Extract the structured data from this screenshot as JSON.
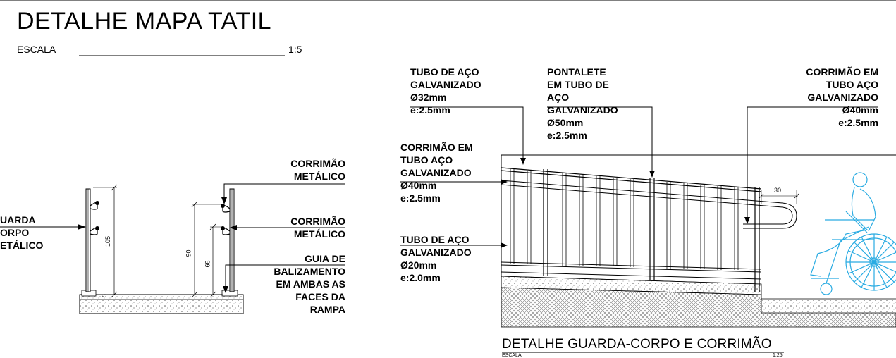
{
  "top_title": {
    "title": "DETALHE MAPA TATIL",
    "scale_label": "ESCALA",
    "scale_value": "1:5"
  },
  "left_detail": {
    "callout_left": [
      "UARDA",
      "ORPO",
      "ETÁLICO"
    ],
    "callout_1": [
      "CORRIMÃO",
      "METÁLICO"
    ],
    "callout_2": [
      "CORRIMÃO",
      "METÁLICO"
    ],
    "callout_3": [
      "GUIA DE",
      "BALIZAMENTO",
      "EM AMBAS AS",
      "FACES DA",
      "RAMPA"
    ],
    "dims": {
      "d105": "105",
      "d90": "90",
      "d68": "68",
      "d5": "5"
    }
  },
  "right_detail": {
    "callout_tubo_32": [
      "TUBO DE AÇO",
      "GALVANIZADO",
      "Ø32mm",
      "e:2.5mm"
    ],
    "callout_pontalete": [
      "PONTALETE",
      "EM TUBO DE",
      "AÇO",
      "GALVANIZADO",
      "Ø50mm",
      "e:2.5mm"
    ],
    "callout_corrimao_right": [
      "CORRIMÃO EM",
      "TUBO AÇO",
      "GALVANIZADO",
      "Ø40mm",
      "e:2.5mm"
    ],
    "callout_corrimao_left": [
      "CORRIMÃO EM",
      "TUBO AÇO",
      "GALVANIZADO",
      "Ø40mm",
      "e:2.5mm"
    ],
    "callout_tubo_20": [
      "TUBO DE AÇO",
      "GALVANIZADO",
      "Ø20mm",
      "e:2.0mm"
    ],
    "dim_30": "30",
    "title": "DETALHE GUARDA-CORPO E CORRIMÃO",
    "scale_label": "ESCALA",
    "scale_value": "1:25"
  },
  "colors": {
    "line": "#000000",
    "wheelchair": "#29abe2",
    "hatch": "#555555"
  }
}
